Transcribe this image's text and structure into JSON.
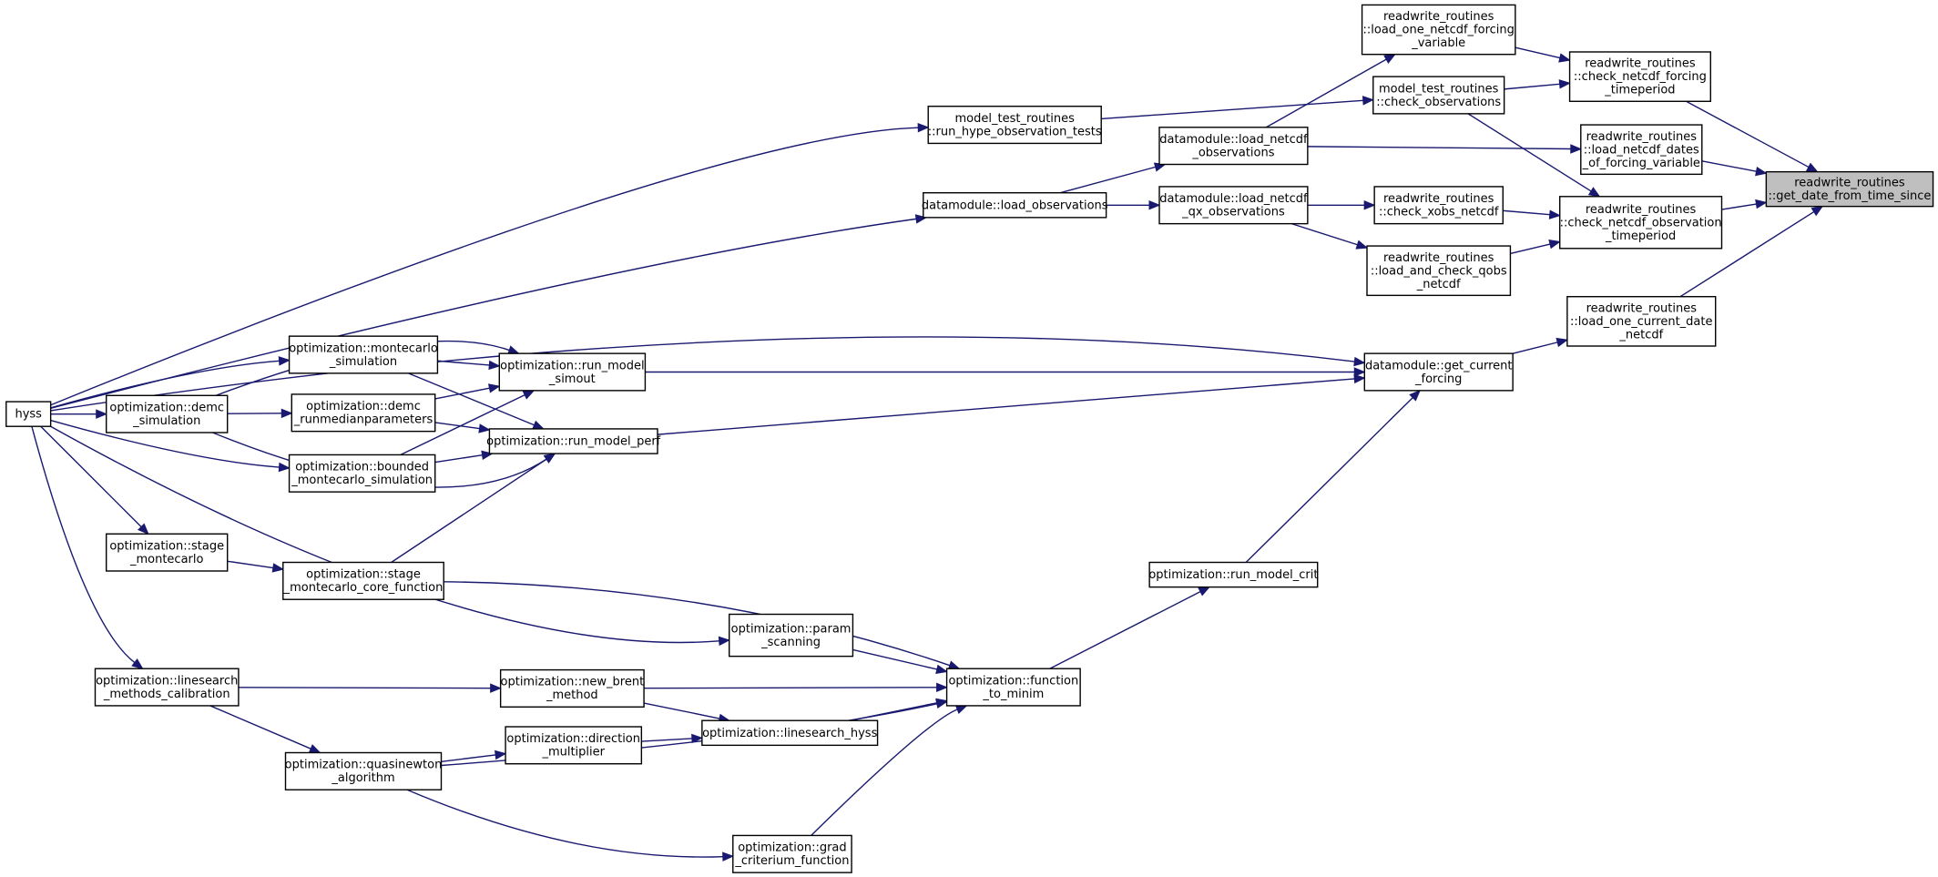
{
  "colors": {
    "edge": "#191970",
    "node_border": "#000000",
    "highlight_fill": "#bfbfbf",
    "background": "#ffffff"
  },
  "nodes": [
    {
      "id": "hyss",
      "lines": [
        "hyss"
      ]
    },
    {
      "id": "demc_sim",
      "lines": [
        "optimization::demc",
        "_simulation"
      ]
    },
    {
      "id": "montecarlo_sim",
      "lines": [
        "optimization::montecarlo",
        "_simulation"
      ]
    },
    {
      "id": "demc_median",
      "lines": [
        "optimization::demc",
        "_runmedianparameters"
      ]
    },
    {
      "id": "bounded_mc",
      "lines": [
        "optimization::bounded",
        "_montecarlo_simulation"
      ]
    },
    {
      "id": "stage_mc",
      "lines": [
        "optimization::stage",
        "_montecarlo"
      ]
    },
    {
      "id": "stage_mc_core",
      "lines": [
        "optimization::stage",
        "_montecarlo_core_function"
      ]
    },
    {
      "id": "ls_calib",
      "lines": [
        "optimization::linesearch",
        "_methods_calibration"
      ]
    },
    {
      "id": "quasinewton",
      "lines": [
        "optimization::quasinewton",
        "_algorithm"
      ]
    },
    {
      "id": "run_simout",
      "lines": [
        "optimization::run_model",
        "_simout"
      ]
    },
    {
      "id": "run_perf",
      "lines": [
        "optimization::run_model_perf"
      ]
    },
    {
      "id": "param_scan",
      "lines": [
        "optimization::param",
        "_scanning"
      ]
    },
    {
      "id": "new_brent",
      "lines": [
        "optimization::new_brent",
        "_method"
      ]
    },
    {
      "id": "direction_mult",
      "lines": [
        "optimization::direction",
        "_multiplier"
      ]
    },
    {
      "id": "grad_crit",
      "lines": [
        "optimization::grad",
        "_criterium_function"
      ]
    },
    {
      "id": "ls_hyss",
      "lines": [
        "optimization::linesearch_hyss"
      ]
    },
    {
      "id": "func_to_minim",
      "lines": [
        "optimization::function",
        "_to_minim"
      ]
    },
    {
      "id": "model_test",
      "lines": [
        "model_test_routines",
        "::run_hype_observation_tests"
      ]
    },
    {
      "id": "load_obs",
      "lines": [
        "datamodule::load_observations"
      ]
    },
    {
      "id": "load_netcdf_obs",
      "lines": [
        "datamodule::load_netcdf",
        "_observations"
      ]
    },
    {
      "id": "load_netcdf_qx",
      "lines": [
        "datamodule::load_netcdf",
        "_qx_observations"
      ]
    },
    {
      "id": "get_current",
      "lines": [
        "datamodule::get_current",
        "_forcing"
      ]
    },
    {
      "id": "run_crit",
      "lines": [
        "optimization::run_model_crit"
      ]
    },
    {
      "id": "load_one_forcing",
      "lines": [
        "readwrite_routines",
        "::load_one_netcdf_forcing",
        "_variable"
      ]
    },
    {
      "id": "check_obs",
      "lines": [
        "model_test_routines",
        "::check_observations"
      ]
    },
    {
      "id": "check_xobs",
      "lines": [
        "readwrite_routines",
        "::check_xobs_netcdf"
      ]
    },
    {
      "id": "load_check_qobs",
      "lines": [
        "readwrite_routines",
        "::load_and_check_qobs",
        "_netcdf"
      ]
    },
    {
      "id": "check_forcing_tp",
      "lines": [
        "readwrite_routines",
        "::check_netcdf_forcing",
        "_timeperiod"
      ]
    },
    {
      "id": "load_dates",
      "lines": [
        "readwrite_routines",
        "::load_netcdf_dates",
        "_of_forcing_variable"
      ]
    },
    {
      "id": "check_obs_tp",
      "lines": [
        "readwrite_routines",
        "::check_netcdf_observation",
        "_timeperiod"
      ]
    },
    {
      "id": "load_current_date",
      "lines": [
        "readwrite_routines",
        "::load_one_current_date",
        "_netcdf"
      ]
    },
    {
      "id": "get_date",
      "lines": [
        "readwrite_routines",
        "::get_date_from_time_since"
      ],
      "highlight": true
    }
  ],
  "edges": [
    [
      "hyss",
      "model_test"
    ],
    [
      "hyss",
      "load_obs"
    ],
    [
      "hyss",
      "get_current"
    ],
    [
      "hyss",
      "montecarlo_sim"
    ],
    [
      "hyss",
      "demc_sim"
    ],
    [
      "hyss",
      "bounded_mc"
    ],
    [
      "hyss",
      "stage_mc"
    ],
    [
      "hyss",
      "param_scan"
    ],
    [
      "hyss",
      "ls_calib"
    ],
    [
      "demc_sim",
      "run_simout"
    ],
    [
      "demc_sim",
      "demc_median"
    ],
    [
      "demc_sim",
      "run_perf"
    ],
    [
      "montecarlo_sim",
      "run_simout"
    ],
    [
      "montecarlo_sim",
      "run_perf"
    ],
    [
      "demc_median",
      "run_simout"
    ],
    [
      "demc_median",
      "run_perf"
    ],
    [
      "bounded_mc",
      "run_simout"
    ],
    [
      "bounded_mc",
      "run_perf"
    ],
    [
      "stage_mc",
      "stage_mc_core"
    ],
    [
      "stage_mc_core",
      "run_perf"
    ],
    [
      "stage_mc_core",
      "func_to_minim"
    ],
    [
      "ls_calib",
      "new_brent"
    ],
    [
      "ls_calib",
      "quasinewton"
    ],
    [
      "quasinewton",
      "direction_mult"
    ],
    [
      "quasinewton",
      "func_to_minim"
    ],
    [
      "quasinewton",
      "grad_crit"
    ],
    [
      "new_brent",
      "func_to_minim"
    ],
    [
      "new_brent",
      "ls_hyss"
    ],
    [
      "direction_mult",
      "ls_hyss"
    ],
    [
      "ls_hyss",
      "func_to_minim"
    ],
    [
      "grad_crit",
      "func_to_minim"
    ],
    [
      "param_scan",
      "func_to_minim"
    ],
    [
      "func_to_minim",
      "run_crit"
    ],
    [
      "run_crit",
      "get_current"
    ],
    [
      "run_simout",
      "get_current"
    ],
    [
      "run_perf",
      "get_current"
    ],
    [
      "model_test",
      "check_obs"
    ],
    [
      "load_obs",
      "load_netcdf_obs"
    ],
    [
      "load_obs",
      "load_netcdf_qx"
    ],
    [
      "load_netcdf_obs",
      "load_one_forcing"
    ],
    [
      "load_netcdf_obs",
      "load_dates"
    ],
    [
      "load_netcdf_qx",
      "check_xobs"
    ],
    [
      "load_netcdf_qx",
      "load_check_qobs"
    ],
    [
      "check_obs",
      "check_forcing_tp"
    ],
    [
      "check_obs",
      "check_obs_tp"
    ],
    [
      "check_xobs",
      "check_obs_tp"
    ],
    [
      "load_check_qobs",
      "check_obs_tp"
    ],
    [
      "load_one_forcing",
      "check_forcing_tp"
    ],
    [
      "get_current",
      "load_current_date"
    ],
    [
      "check_forcing_tp",
      "get_date"
    ],
    [
      "load_dates",
      "get_date"
    ],
    [
      "check_obs_tp",
      "get_date"
    ],
    [
      "load_current_date",
      "get_date"
    ]
  ]
}
